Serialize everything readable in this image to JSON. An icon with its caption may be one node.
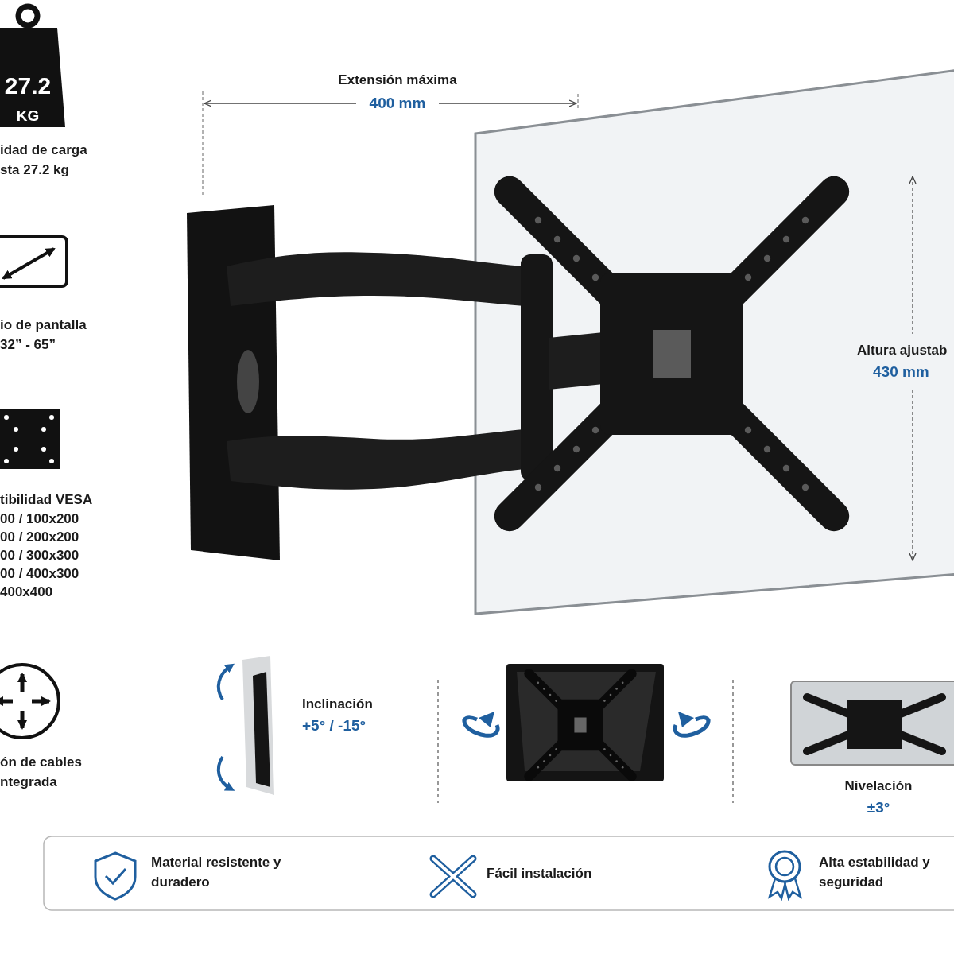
{
  "diagram": {
    "labels": [
      "27.2",
      "KG",
      "Extensión máxima",
      "400 mm",
      "idad de carga sta 27.2 kg",
      "io de pantalla 32” - 65”",
      "Altura ajustab",
      "430 mm",
      "tibilidad VESA",
      "00 / 100x200 00 / 200x200 00 / 300x300 00 / 400x300 400x400",
      "Inclinación",
      "+5° / -15°",
      "ón de cables ntegrada",
      "Nivelación",
      "±3°",
      "Material resistente y duradero",
      "Fácil instalación",
      "Alta estabilidad y seguridad"
    ]
  }
}
